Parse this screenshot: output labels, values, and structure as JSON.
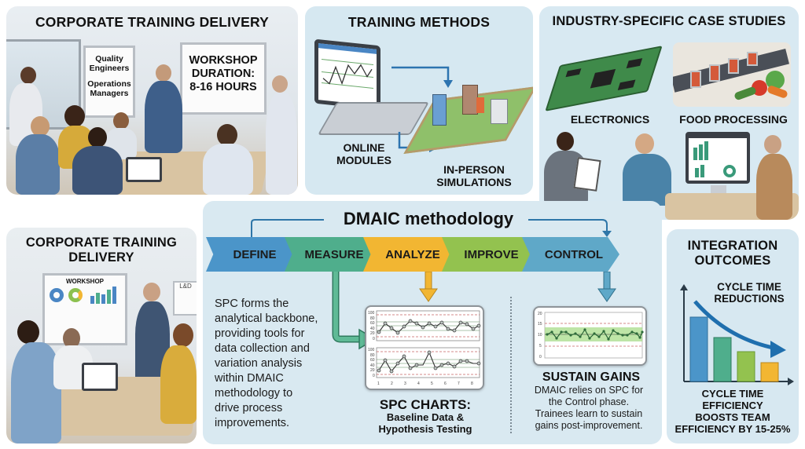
{
  "panels": {
    "corporate_training_top": {
      "title": "CORPORATE TRAINING DELIVERY",
      "flipchart": [
        "Quality",
        "Engineers",
        "Operations",
        "Managers"
      ],
      "whiteboard": [
        "WORKSHOP",
        "DURATION:",
        "8-16 HOURS"
      ]
    },
    "training_methods": {
      "title": "TRAINING METHODS",
      "online_label": [
        "ONLINE",
        "MODULES"
      ],
      "inperson_label": [
        "IN-PERSON",
        "SIMULATIONS"
      ]
    },
    "case_studies": {
      "title": "INDUSTRY-SPECIFIC CASE STUDIES",
      "electronics_label": "ELECTRONICS",
      "food_label": "FOOD PROCESSING"
    },
    "corporate_training_bottom": {
      "title": [
        "CORPORATE TRAINING",
        "DELIVERY"
      ],
      "board_title": "WORKSHOP",
      "side_board": "L&D"
    },
    "dmaic": {
      "title": "DMAIC methodology",
      "phases": [
        {
          "label": "DEFINE",
          "color": "#4b95c9"
        },
        {
          "label": "MEASURE",
          "color": "#4fae8c"
        },
        {
          "label": "ANALYZE",
          "color": "#f2b632"
        },
        {
          "label": "IMPROVE",
          "color": "#93c24f"
        },
        {
          "label": "CONTROL",
          "color": "#5fa8c8"
        }
      ],
      "intro_text": [
        "SPC forms the",
        "analytical backbone,",
        "providing tools for",
        "data collection and",
        "variation analysis",
        "within DMAIC",
        "methodology to",
        "drive process",
        "improvements."
      ],
      "spc_heading": "SPC CHARTS:",
      "spc_sub": [
        "Baseline Data &",
        "Hypothesis Testing"
      ],
      "sustain_heading": "SUSTAIN GAINS",
      "sustain_text": [
        "DMAIC relies on SPC for",
        "the Control phase.",
        "Trainees learn to sustain",
        "gains post-improvement."
      ]
    },
    "outcomes": {
      "title": [
        "INTEGRATION",
        "OUTCOMES"
      ],
      "arrow_label": [
        "CYCLE TIME",
        "REDUCTIONS"
      ],
      "footer": [
        "CYCLE TIME",
        "EFFICIENCY",
        "BOOSTS TEAM",
        "EFFICIENCY BY 15-25%"
      ]
    }
  },
  "chart_data": [
    {
      "type": "line",
      "title": "SPC chart (baseline, top)",
      "x": [
        1,
        1.5,
        2,
        2.5,
        3,
        3.5,
        4,
        4.5,
        5,
        5.5,
        6,
        6.5,
        7,
        7.5,
        8
      ],
      "values": [
        28,
        60,
        42,
        25,
        48,
        68,
        58,
        44,
        60,
        46,
        62,
        38,
        32,
        64,
        55,
        38,
        48
      ],
      "yticks": [
        0,
        20,
        40,
        60,
        80,
        100
      ],
      "ylim": [
        0,
        100
      ],
      "control_limits": {
        "ucl": 90,
        "lcl": 10
      }
    },
    {
      "type": "line",
      "title": "SPC chart (baseline, bottom)",
      "xticks": [
        1,
        2,
        3,
        4,
        5,
        6,
        7,
        8
      ],
      "values": [
        25,
        58,
        20,
        48,
        72,
        32,
        45,
        84,
        35,
        45,
        50,
        38,
        55,
        55,
        48
      ],
      "yticks": [
        0,
        20,
        40,
        60,
        80,
        100
      ],
      "ylim": [
        0,
        100
      ],
      "control_limits": {
        "ucl": 92,
        "lcl": 10
      }
    },
    {
      "type": "line",
      "title": "Control chart (sustain gains)",
      "values": [
        10,
        11,
        8,
        11,
        11,
        9.5,
        10,
        9,
        12,
        8,
        10.5,
        9,
        11.5,
        7.5,
        12,
        10,
        9.5,
        9.5,
        11,
        10,
        8,
        11
      ],
      "yticks": [
        0,
        5,
        10,
        15,
        20
      ],
      "ylim": [
        0,
        20
      ],
      "control_limits": {
        "ucl": 15,
        "lcl": 5
      },
      "center": 10,
      "band": [
        7,
        13
      ]
    },
    {
      "type": "bar",
      "title": "CYCLE TIME REDUCTIONS",
      "categories": [
        "1",
        "2",
        "3",
        "4"
      ],
      "values": [
        100,
        68,
        47,
        30
      ],
      "colors": [
        "#4b95c9",
        "#4fae8c",
        "#93c24f",
        "#f2b632"
      ]
    }
  ]
}
